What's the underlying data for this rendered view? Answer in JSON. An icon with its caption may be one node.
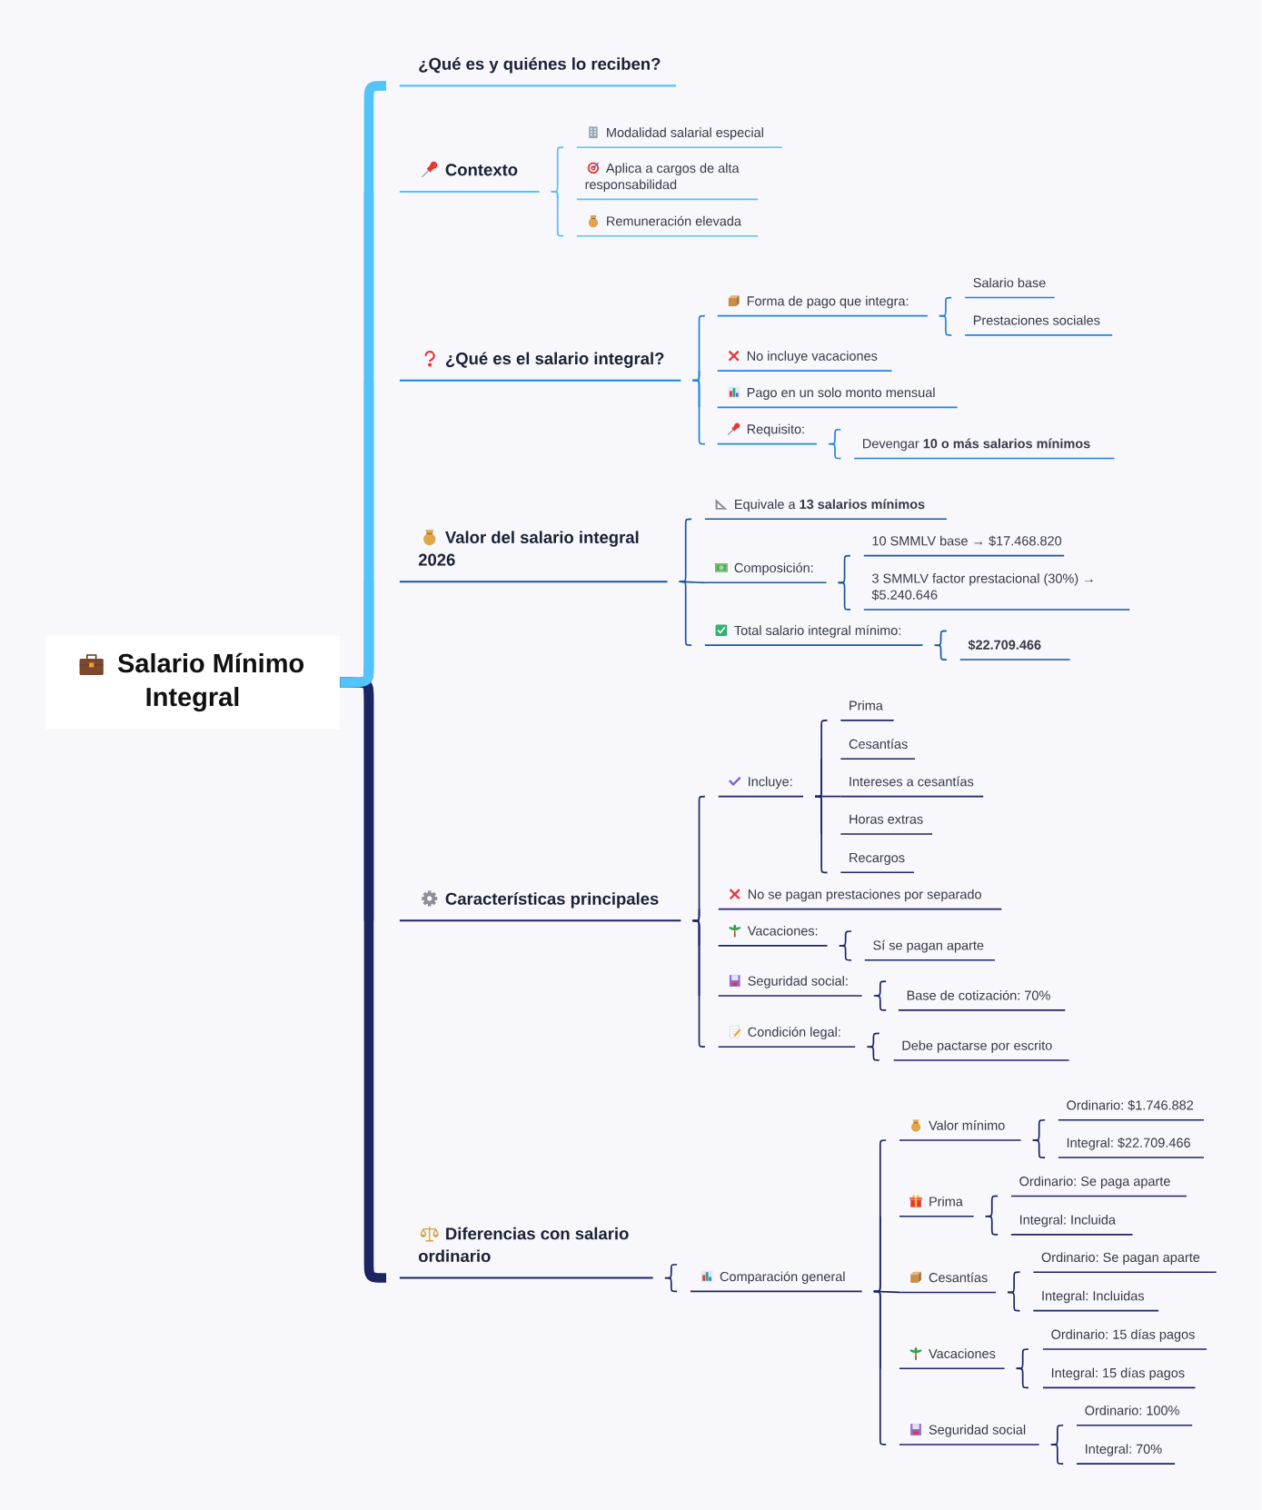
{
  "diagram": {
    "nodes": [
      {
        "text": [
          "Salario Mínimo Integral"
        ]
      },
      {
        "text": [
          "¿Qué es y quiénes lo reciben?"
        ]
      },
      {
        "text": [
          "Contexto"
        ]
      },
      {
        "text": [
          "¿Qué es el salario integral?"
        ]
      },
      {
        "text": [
          "Valor del salario integral 2026"
        ]
      },
      {
        "text": [
          "Características principales"
        ]
      },
      {
        "text": [
          "Diferencias con salario ordinario"
        ]
      },
      {
        "text": [
          "Modalidad salarial especial"
        ]
      },
      {
        "text": [
          "Aplica a cargos de alta responsabilidad"
        ]
      },
      {
        "text": [
          "Remuneración elevada"
        ]
      },
      {
        "text": [
          "Forma de pago que integra:"
        ]
      },
      {
        "text": [
          "Salario base"
        ]
      },
      {
        "text": [
          "Prestaciones sociales"
        ]
      },
      {
        "text": [
          "No incluye vacaciones"
        ]
      },
      {
        "text": [
          "Pago en un solo monto mensual"
        ]
      },
      {
        "text": [
          "Requisito:"
        ]
      },
      {
        "text": [
          "Devengar **10 o más salarios mínimos**"
        ]
      },
      {
        "text": [
          "Equivale a **13 salarios mínimos**"
        ]
      },
      {
        "text": [
          "Composición:"
        ]
      },
      {
        "text": [
          "10 SMMLV base → $17.468.820"
        ]
      },
      {
        "text": [
          "3 SMMLV factor prestacional (30%) → $5.240.646"
        ]
      },
      {
        "text": [
          "Total salario integral mínimo:"
        ]
      },
      {
        "text": [
          "**$22.709.466**"
        ]
      },
      {
        "text": [
          "Incluye:"
        ]
      },
      {
        "text": [
          "Prima"
        ]
      },
      {
        "text": [
          "Cesantías"
        ]
      },
      {
        "text": [
          "Intereses a cesantías"
        ]
      },
      {
        "text": [
          "Horas extras"
        ]
      },
      {
        "text": [
          "Recargos"
        ]
      },
      {
        "text": [
          "No se pagan prestaciones por separado"
        ]
      },
      {
        "text": [
          "Vacaciones:"
        ]
      },
      {
        "text": [
          "Sí se pagan aparte"
        ]
      },
      {
        "text": [
          "Seguridad social:"
        ]
      },
      {
        "text": [
          "Base de cotización: 70%"
        ]
      },
      {
        "text": [
          "Condición legal:"
        ]
      },
      {
        "text": [
          "Debe pactarse por escrito"
        ]
      },
      {
        "text": [
          "Comparación general"
        ]
      },
      {
        "text": [
          "Valor mínimo"
        ]
      },
      {
        "text": [
          "Ordinario: $1.746.882"
        ]
      },
      {
        "text": [
          "Integral: $22.709.466"
        ]
      },
      {
        "text": [
          "Prima"
        ]
      },
      {
        "text": [
          "Ordinario: Se paga aparte"
        ]
      },
      {
        "text": [
          "Integral: Incluida"
        ]
      },
      {
        "text": [
          "Cesantías"
        ]
      },
      {
        "text": [
          "Ordinario: Se pagan aparte"
        ]
      },
      {
        "text": [
          "Integral: Incluidas"
        ]
      },
      {
        "text": [
          "Vacaciones"
        ]
      },
      {
        "text": [
          "Ordinario: 15 días pagos"
        ]
      },
      {
        "text": [
          "Integral: 15 días pagos"
        ]
      },
      {
        "text": [
          "Seguridad social"
        ]
      },
      {
        "text": [
          "Ordinario: 100%"
        ]
      },
      {
        "text": [
          "Integral: 70%"
        ]
      }
    ],
    "edges": [
      {
        "from": 0,
        "to": 1,
        "arrow": "none",
        "style": "thick",
        "color": "#52c4fa"
      },
      {
        "from": 0,
        "to": 2,
        "arrow": "none",
        "style": "thick",
        "color": "#52c4fa"
      },
      {
        "from": 0,
        "to": 3,
        "arrow": "none",
        "style": "thick",
        "color": "#52c4fa"
      },
      {
        "from": 0,
        "to": 4,
        "arrow": "none",
        "style": "thick",
        "color": "#52c4fa"
      },
      {
        "from": 0,
        "to": 5,
        "arrow": "none",
        "style": "thick"
      },
      {
        "from": 0,
        "to": 6,
        "arrow": "none",
        "style": "thick"
      },
      {
        "from": 2,
        "to": 7,
        "arrow": "none",
        "color": "#52c4fa"
      },
      {
        "from": 2,
        "to": 8,
        "arrow": "none",
        "color": "#52c4fa"
      },
      {
        "from": 2,
        "to": 9,
        "arrow": "none",
        "color": "#52c4fa"
      },
      {
        "from": 3,
        "to": 10,
        "arrow": "none",
        "color": "#1f83e4"
      },
      {
        "from": 10,
        "to": 11,
        "arrow": "none",
        "color": "#1f83e4"
      },
      {
        "from": 10,
        "to": 12,
        "arrow": "none",
        "color": "#1f83e4"
      },
      {
        "from": 3,
        "to": 13,
        "arrow": "none",
        "color": "#1f83e4"
      },
      {
        "from": 3,
        "to": 14,
        "arrow": "none",
        "color": "#1f83e4"
      },
      {
        "from": 3,
        "to": 15,
        "arrow": "none",
        "color": "#1f83e4"
      },
      {
        "from": 15,
        "to": 16,
        "arrow": "none",
        "color": "#1f83e4"
      },
      {
        "from": 4,
        "to": 17,
        "arrow": "none",
        "color": "#1556a4"
      },
      {
        "from": 4,
        "to": 18,
        "arrow": "none",
        "color": "#1556a4"
      },
      {
        "from": 18,
        "to": 19,
        "arrow": "none",
        "color": "#1556a4"
      },
      {
        "from": 18,
        "to": 20,
        "arrow": "none",
        "color": "#1556a4"
      },
      {
        "from": 4,
        "to": 21,
        "arrow": "none",
        "color": "#1556a4"
      },
      {
        "from": 21,
        "to": 22,
        "arrow": "none",
        "color": "#1556a4"
      },
      {
        "from": 5,
        "to": 23,
        "arrow": "none"
      },
      {
        "from": 23,
        "to": 24,
        "arrow": "none"
      },
      {
        "from": 23,
        "to": 25,
        "arrow": "none"
      },
      {
        "from": 23,
        "to": 26,
        "arrow": "none"
      },
      {
        "from": 23,
        "to": 27,
        "arrow": "none"
      },
      {
        "from": 23,
        "to": 28,
        "arrow": "none"
      },
      {
        "from": 5,
        "to": 29,
        "arrow": "none"
      },
      {
        "from": 5,
        "to": 30,
        "arrow": "none"
      },
      {
        "from": 30,
        "to": 31,
        "arrow": "none"
      },
      {
        "from": 5,
        "to": 32,
        "arrow": "none"
      },
      {
        "from": 32,
        "to": 33,
        "arrow": "none"
      },
      {
        "from": 5,
        "to": 34,
        "arrow": "none"
      },
      {
        "from": 34,
        "to": 35,
        "arrow": "none"
      },
      {
        "from": 6,
        "to": 36,
        "arrow": "none"
      },
      {
        "from": 36,
        "to": 37,
        "arrow": "none"
      },
      {
        "from": 37,
        "to": 38,
        "arrow": "none"
      },
      {
        "from": 37,
        "to": 39,
        "arrow": "none"
      },
      {
        "from": 36,
        "to": 40,
        "arrow": "none"
      },
      {
        "from": 40,
        "to": 41,
        "arrow": "none"
      },
      {
        "from": 40,
        "to": 42,
        "arrow": "none"
      },
      {
        "from": 36,
        "to": 43,
        "arrow": "none"
      },
      {
        "from": 43,
        "to": 44,
        "arrow": "none"
      },
      {
        "from": 43,
        "to": 45,
        "arrow": "none"
      },
      {
        "from": 36,
        "to": 46,
        "arrow": "none"
      },
      {
        "from": 46,
        "to": 47,
        "arrow": "none"
      },
      {
        "from": 46,
        "to": 48,
        "arrow": "none"
      },
      {
        "from": 36,
        "to": 49,
        "arrow": "none"
      },
      {
        "from": 49,
        "to": 50,
        "arrow": "none"
      },
      {
        "from": 49,
        "to": 51,
        "arrow": "none"
      }
    ]
  }
}
